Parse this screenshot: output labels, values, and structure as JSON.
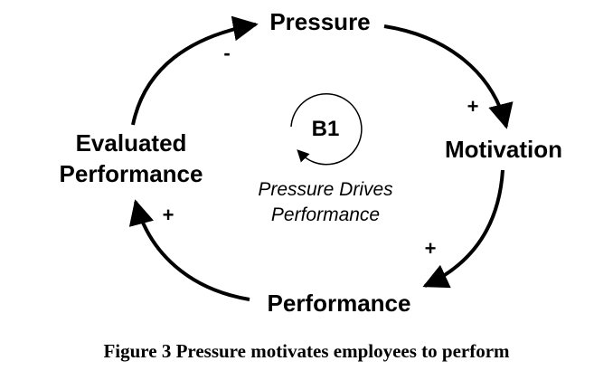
{
  "nodes": {
    "pressure": "Pressure",
    "motivation": "Motivation",
    "performance": "Performance",
    "evaluated_line1": "Evaluated",
    "evaluated_line2": "Performance"
  },
  "links": {
    "pressure_to_motivation_sign": "+",
    "motivation_to_performance_sign": "+",
    "performance_to_evaluated_sign": "+",
    "evaluated_to_pressure_sign": "-"
  },
  "loop": {
    "id": "B1",
    "name_line1": "Pressure Drives",
    "name_line2": "Performance"
  },
  "caption": "Figure 3 Pressure motivates employees to perform"
}
